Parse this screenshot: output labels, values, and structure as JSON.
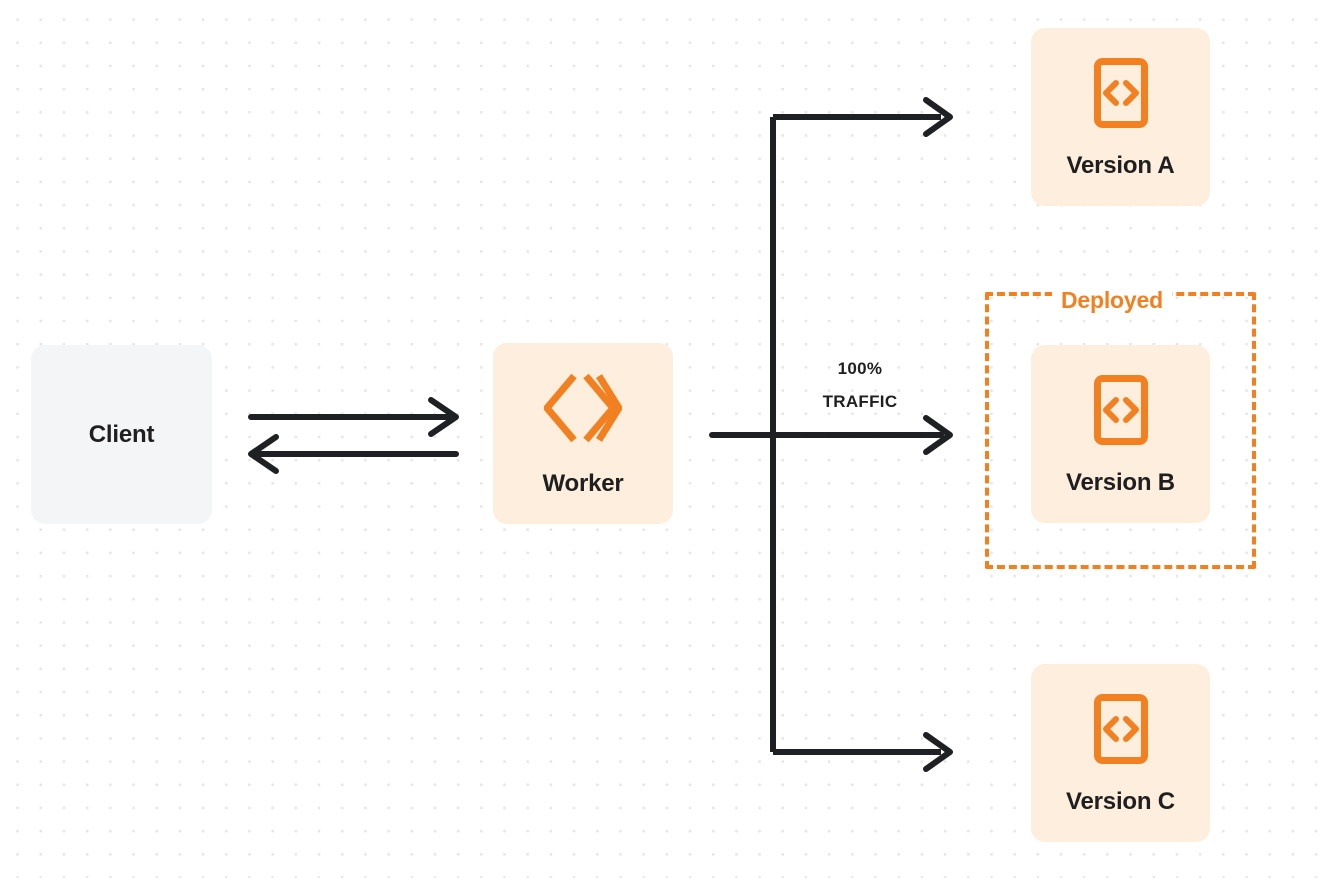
{
  "diagram": {
    "title": "Worker version traffic routing",
    "background": {
      "color": "#ffffff",
      "dot_color": "#e6e6e6",
      "pattern": "dot-grid"
    },
    "accent_color": "#f38020",
    "node_fill_orange": "#fdeedd",
    "node_fill_gray": "#f4f5f7",
    "line_color": "#1f2023"
  },
  "nodes": {
    "client": {
      "label": "Client",
      "icon": "none"
    },
    "worker": {
      "label": "Worker",
      "icon": "cloudflare-workers-logo"
    },
    "version_a": {
      "label": "Version A",
      "icon": "code-file-icon"
    },
    "version_b": {
      "label": "Version B",
      "icon": "code-file-icon"
    },
    "version_c": {
      "label": "Version C",
      "icon": "code-file-icon"
    }
  },
  "groups": {
    "deployed": {
      "label": "Deployed",
      "style": "dashed",
      "color": "#f38020"
    }
  },
  "edges": {
    "client_to_worker": {
      "direction": "right"
    },
    "worker_to_client": {
      "direction": "left"
    },
    "traffic": {
      "percent_label": "100%",
      "traffic_label": "TRAFFIC",
      "targets": [
        "Version A",
        "Version B",
        "Version C"
      ],
      "active_target": "Version B"
    }
  }
}
